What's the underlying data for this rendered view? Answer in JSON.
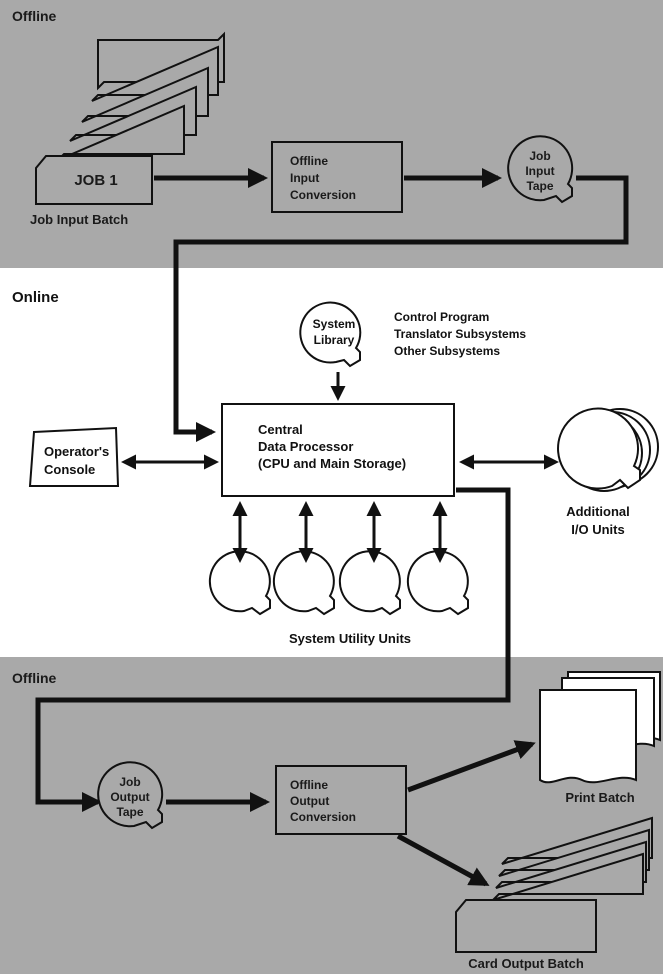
{
  "offline_top": {
    "label": "Offline"
  },
  "online": {
    "label": "Online"
  },
  "offline_bottom": {
    "label": "Offline"
  },
  "job_input_batch": {
    "card_text": "JOB 1",
    "caption": "Job Input Batch"
  },
  "offline_input_conversion": {
    "lines": [
      "Offline",
      "Input",
      "Conversion"
    ]
  },
  "job_input_tape": {
    "lines": [
      "Job",
      "Input",
      "Tape"
    ]
  },
  "system_library": {
    "lines": [
      "System",
      "Library"
    ]
  },
  "library_contents": {
    "lines": [
      "Control Program",
      "Translator Subsystems",
      "Other Subsystems"
    ]
  },
  "central_processor": {
    "lines": [
      "Central",
      "Data Processor",
      "(CPU and Main Storage)"
    ]
  },
  "operators_console": {
    "lines": [
      "Operator's",
      "Console"
    ]
  },
  "additional_io": {
    "lines": [
      "Additional",
      "I/O Units"
    ]
  },
  "system_utility_units": {
    "caption": "System Utility Units"
  },
  "job_output_tape": {
    "lines": [
      "Job",
      "Output",
      "Tape"
    ]
  },
  "offline_output_conversion": {
    "lines": [
      "Offline",
      "Output",
      "Conversion"
    ]
  },
  "print_batch": {
    "caption": "Print Batch"
  },
  "card_output_batch": {
    "caption": "Card Output Batch"
  },
  "colors": {
    "shaded_band": "#a9a9a9",
    "ink": "#111111",
    "paper": "#ffffff"
  },
  "icons": [
    "card-stack-icon",
    "tape-reel-icon",
    "printout-icon",
    "console-icon"
  ]
}
